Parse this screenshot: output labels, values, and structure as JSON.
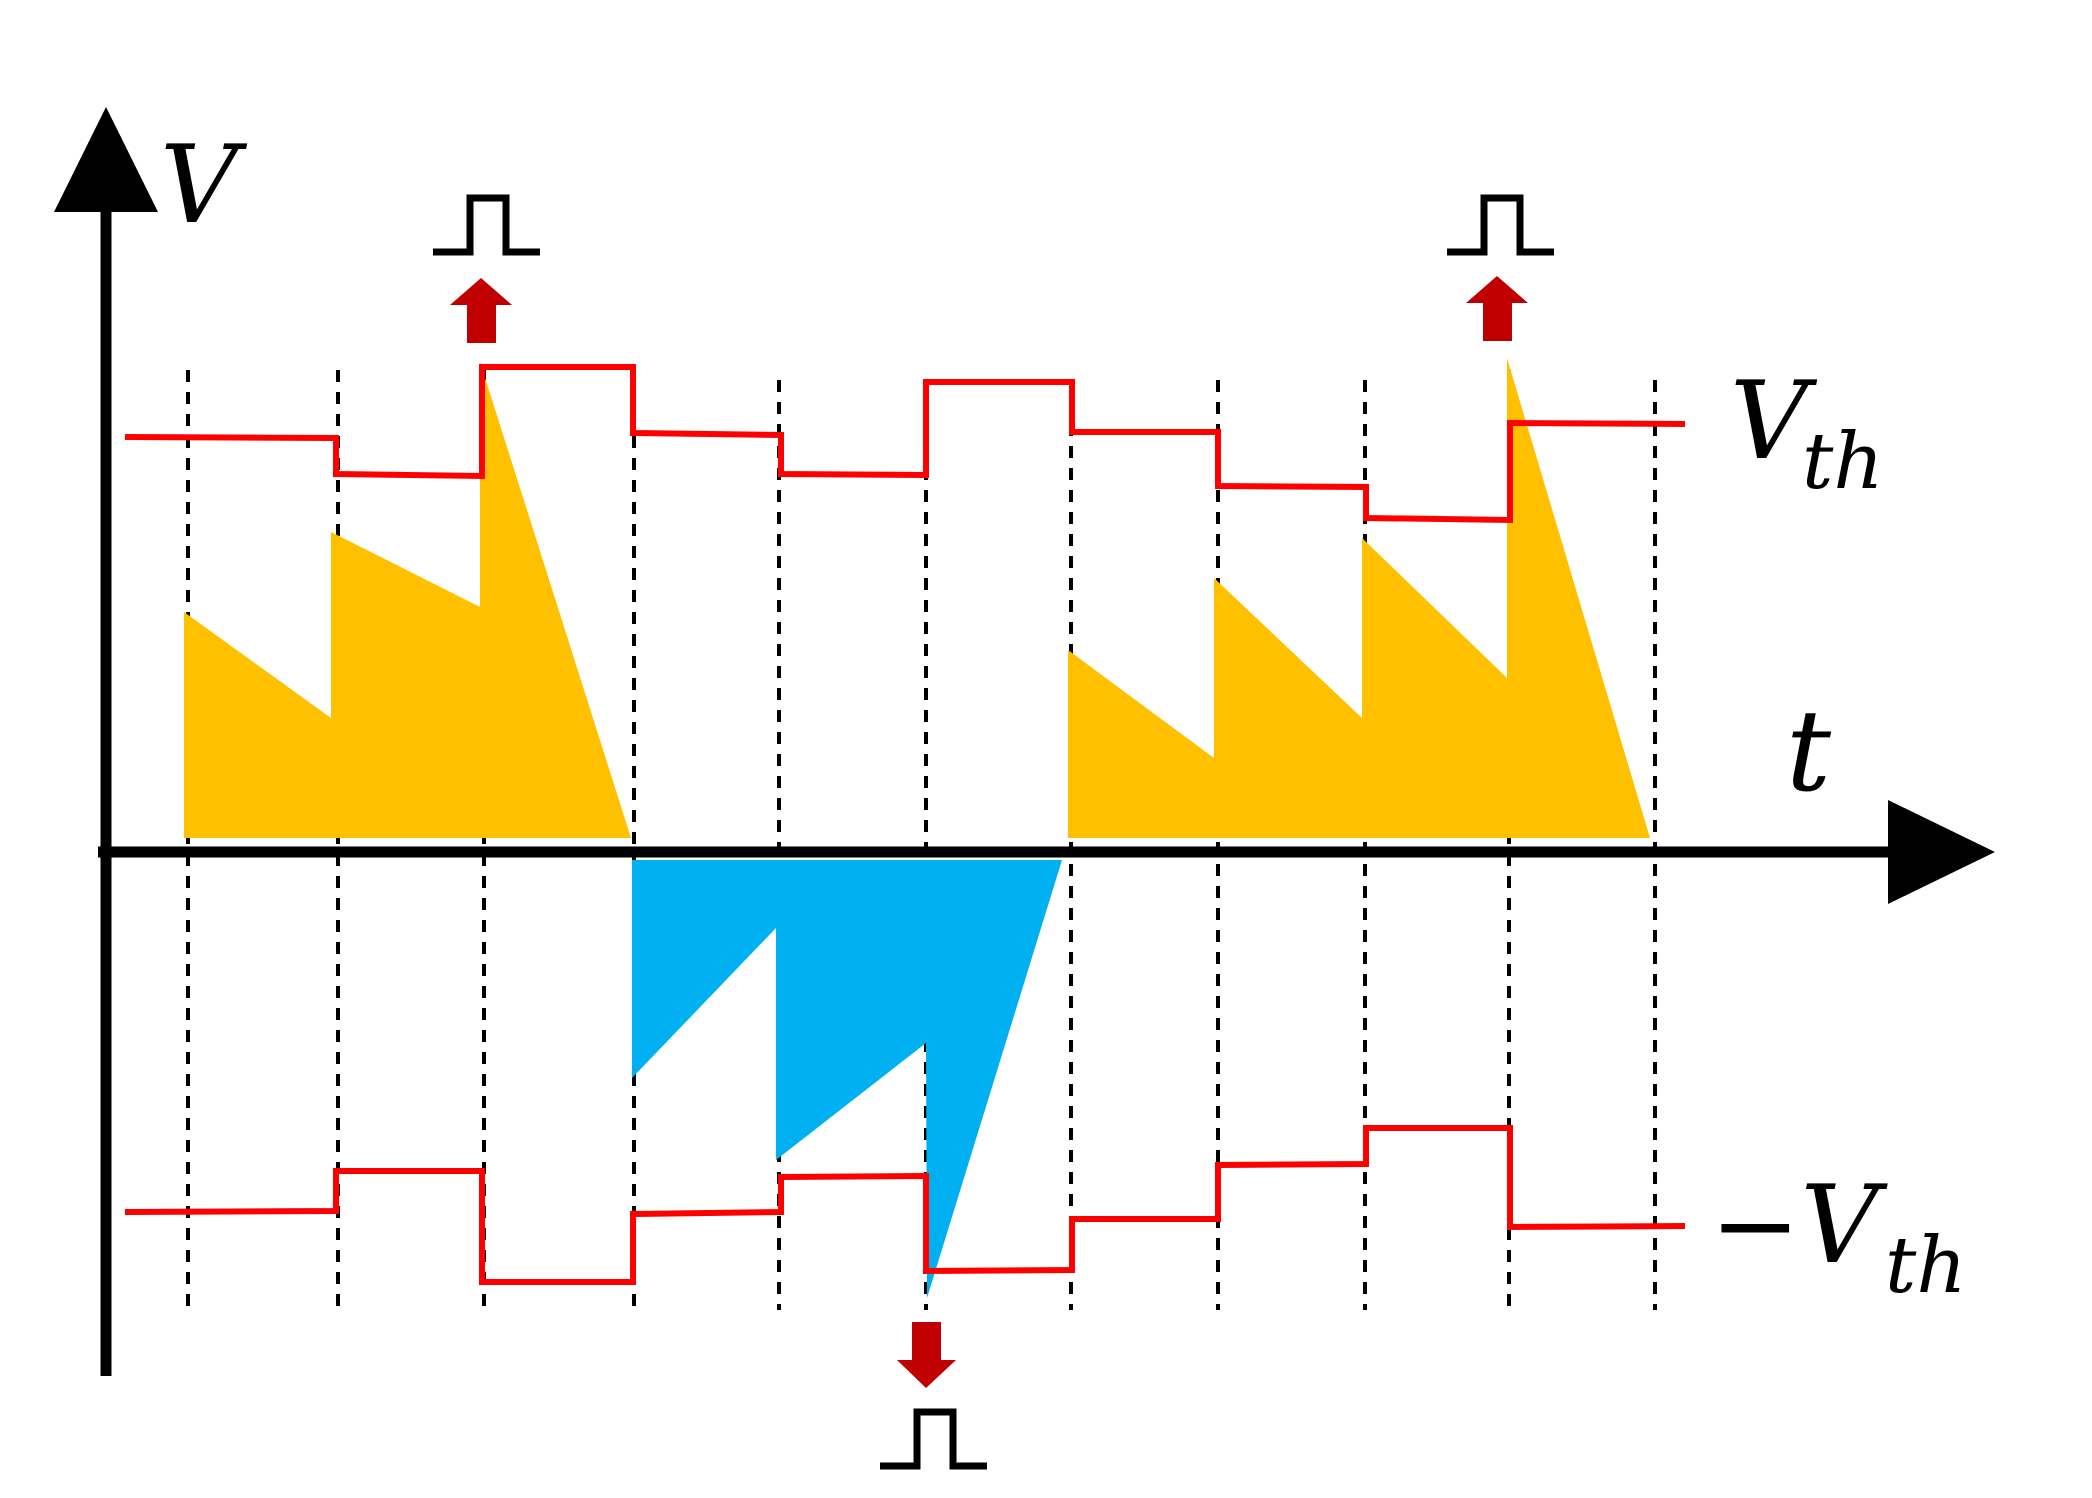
{
  "labels": {
    "y_axis": "V",
    "x_axis": "t",
    "threshold_pos_main": "V",
    "threshold_pos_sub": "th",
    "threshold_neg_main": "−V",
    "threshold_neg_sub": "th"
  },
  "colors": {
    "axis": "#000000",
    "threshold": "#ff0000",
    "positive_fill": "#ffc000",
    "negative_fill": "#00b0f0",
    "arrow": "#c00000",
    "spike": "#000000",
    "divider": "#000000"
  },
  "icons": [
    "spike-pulse-icon",
    "arrow-up-icon",
    "arrow-down-icon"
  ]
}
